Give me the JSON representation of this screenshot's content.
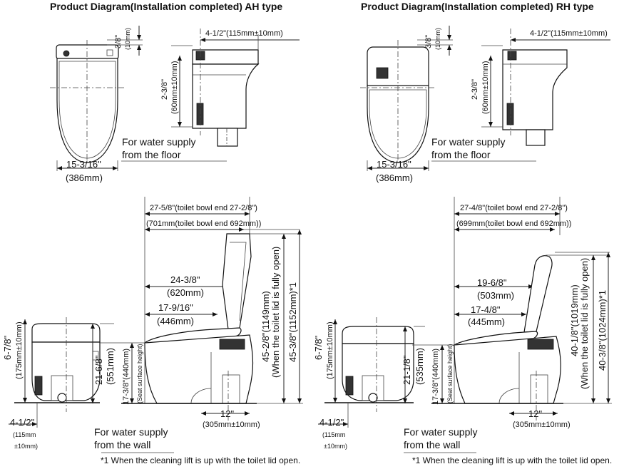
{
  "ah": {
    "title": "Product Diagram(Installation completed) AH type",
    "top_gap_in": "3/8\"",
    "top_gap_mm": "(10mm)",
    "offset_top": "4-1/2\"(115mm±10mm)",
    "supply_height_in": "2-3/8\"",
    "supply_height_mm": "(60mm±10mm)",
    "floor_note_1": "For water supply",
    "floor_note_2": "from the floor",
    "width_in": "15-3/16\"",
    "width_mm": "(386mm)",
    "total_length": "27-5/8\"(toilet bowl end 27-2/8\")",
    "total_length_mm": "(701mm(toilet bowl end 692mm))",
    "len_a_in": "24-3/8\"",
    "len_a_mm": "(620mm)",
    "len_b_in": "17-9/16\"",
    "len_b_mm": "(446mm)",
    "lid_open_height": "45-2/8\"(1149mm)",
    "lid_open_note": "(When the toilet lid is fully open)",
    "max_height": "45-3/8\"(1152mm)*1",
    "side_height_in": "6-7/8\"",
    "side_height_mm": "(175mm±10mm)",
    "body_height_in": "21-6/8\"",
    "body_height_mm": "(551mm)",
    "seat_height": "17-3/8\"(440mm)",
    "seat_label": "(Seat surface height)",
    "rough_in_in": "12\"",
    "rough_in_mm": "(305mm±10mm)",
    "wall_offset_in": "4-1/2\"",
    "wall_offset_mm1": "(115mm",
    "wall_offset_mm2": "±10mm)",
    "wall_note_1": "For water supply",
    "wall_note_2": "from the wall",
    "footnote": "*1 When the cleaning lift is up with the toilet lid open."
  },
  "rh": {
    "title": "Product Diagram(Installation completed) RH type",
    "top_gap_in": "3/8\"",
    "top_gap_mm": "(10mm)",
    "offset_top": "4-1/2\"(115mm±10mm)",
    "supply_height_in": "2-3/8\"",
    "supply_height_mm": "(60mm±10mm)",
    "floor_note_1": "For water supply",
    "floor_note_2": "from the floor",
    "width_in": "15-3/16\"",
    "width_mm": "(386mm)",
    "total_length": "27-4/8\"(toilet bowl end 27-2/8\")",
    "total_length_mm": "(699mm(toilet bowl end 692mm))",
    "len_a_in": "19-6/8\"",
    "len_a_mm": "(503mm)",
    "len_b_in": "17-4/8\"",
    "len_b_mm": "(445mm)",
    "lid_open_height": "40-1/8\"(1019mm)",
    "lid_open_note": "(When the toilet lid is fully open)",
    "max_height": "40-3/8\"(1024mm)*1",
    "side_height_in": "6-7/8\"",
    "side_height_mm": "(175mm±10mm)",
    "body_height_in": "21-1/8\"",
    "body_height_mm": "(535mm)",
    "seat_height": "17-3/8\"(440mm)",
    "seat_label": "(Seat surface height)",
    "rough_in_in": "12\"",
    "rough_in_mm": "(305mm±10mm)",
    "wall_offset_in": "4-1/2\"",
    "wall_offset_mm1": "(115mm",
    "wall_offset_mm2": "±10mm)",
    "wall_note_1": "For water supply",
    "wall_note_2": "from the wall",
    "footnote": "*1 When the cleaning lift is up with the toilet lid open."
  }
}
